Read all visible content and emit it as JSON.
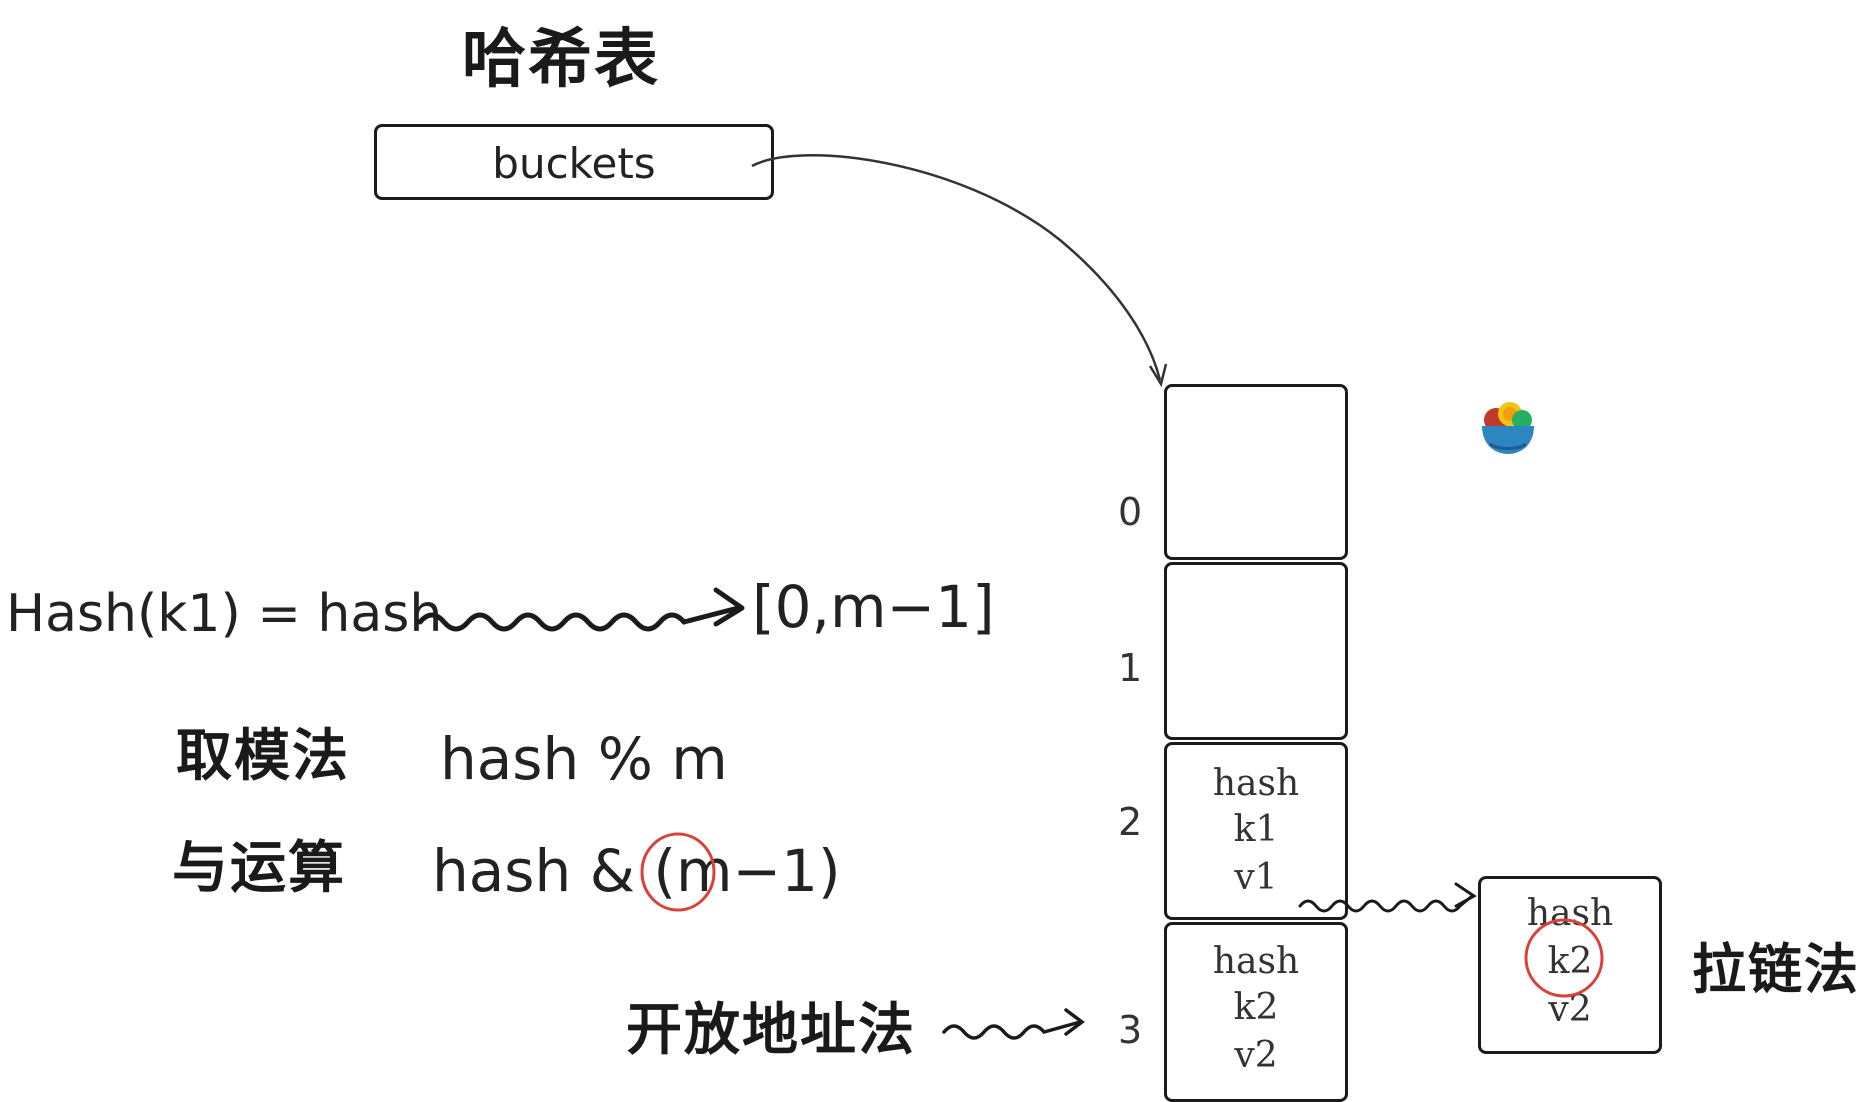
{
  "title": "哈希表",
  "buckets_label": "buckets",
  "hash_formula": {
    "left": "Hash(k1) = hash",
    "right": "[0,m−1]"
  },
  "methods": [
    {
      "name": "取模法",
      "expr": "hash % m"
    },
    {
      "name": "与运算",
      "expr_before": "hash & (",
      "expr_circled": "m",
      "expr_after": "−1)"
    }
  ],
  "open_addressing_label": "开放地址法",
  "chaining_label": "拉链法",
  "bucket_indices": [
    "0",
    "1",
    "2",
    "3"
  ],
  "bucket2_entry": [
    "hash",
    "k1",
    "v1"
  ],
  "bucket3_entry": [
    "hash",
    "k2",
    "v2"
  ],
  "chain_node": {
    "hash": "hash",
    "key": "k2",
    "value": "v2"
  },
  "colors": {
    "ink": "#1b1b1b",
    "circle": "#d9413b"
  },
  "icon": "salad-bowl-icon"
}
